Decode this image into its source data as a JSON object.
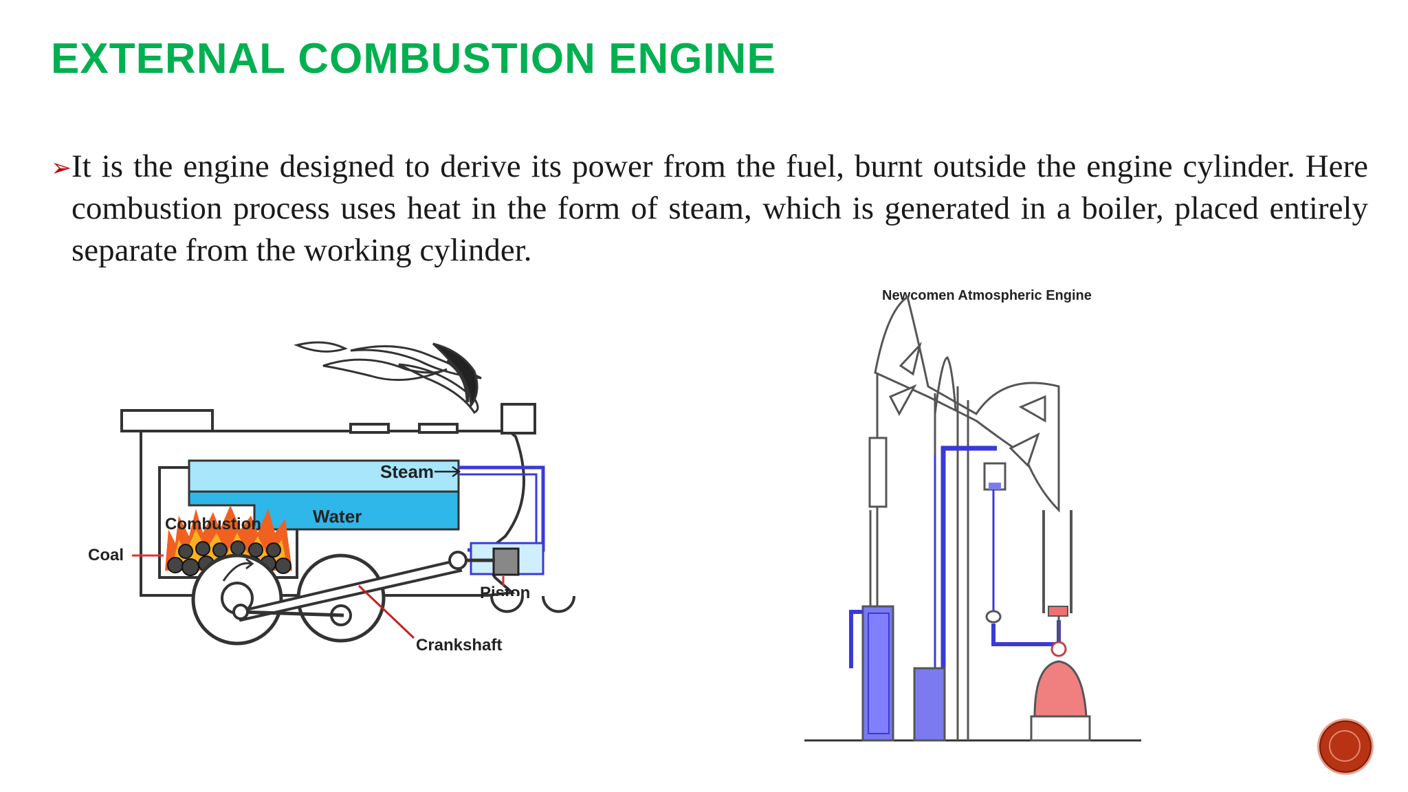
{
  "slide": {
    "title": "EXTERNAL COMBUSTION ENGINE",
    "bullet_paragraph": "It is the engine designed to derive its power from the fuel, burnt outside the engine cylinder. Here combustion process uses heat in the form of steam, which is generated in a boiler, placed entirely separate from the working cylinder."
  },
  "figure_locomotive": {
    "labels": {
      "steam": "Steam",
      "water": "Water",
      "combustion": "Combustion",
      "coal": "Coal",
      "piston": "Piston",
      "crankshaft": "Crankshaft"
    }
  },
  "figure_newcomen": {
    "caption": "Newcomen Atmospheric Engine"
  },
  "colors": {
    "title": "#00b050",
    "bullet": "#c00000",
    "water": "#4fc3f7",
    "steam": "#b3e5fc",
    "pipe": "#3a3ad8",
    "cylinder_fill": "#7b7bef",
    "boiler": "#f08080",
    "nav_button": "#b83214"
  }
}
